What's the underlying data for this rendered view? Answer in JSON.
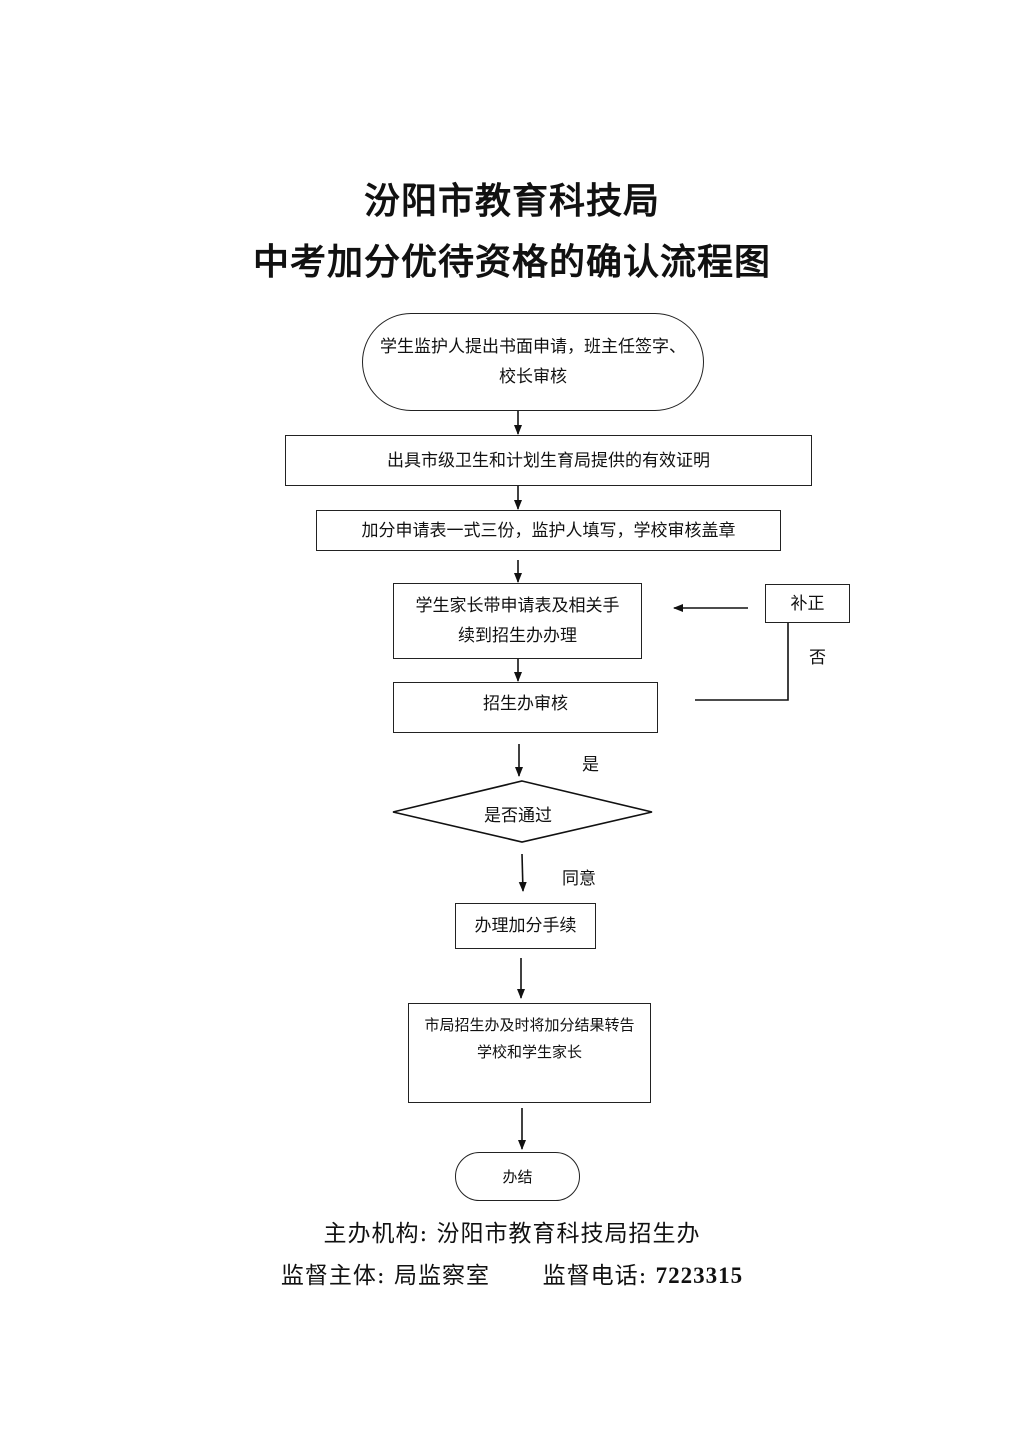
{
  "title": {
    "line1": "汾阳市教育科技局",
    "line2": "中考加分优待资格的确认流程图"
  },
  "flow": {
    "start": "学生监护人提出书面申请，班主任签字、校长审核",
    "step1": "出具市级卫生和计划生育局提供的有效证明",
    "step2": "加分申请表一式三份，监护人填写，学校审核盖章",
    "step3": "学生家长带申请表及相关手续到招生办办理",
    "step4": "招生办审核",
    "fix": "补正",
    "no_label": "否",
    "yes_label": "是",
    "decision": "是否通过",
    "agree_label": "同意",
    "step5": "办理加分手续",
    "step6": "市局招生办及时将加分结果转告学校和学生家长",
    "end": "办结"
  },
  "footer": {
    "host_label": "主办机构:",
    "host": "汾阳市教育科技局招生办",
    "supervisor_label": "监督主体:",
    "supervisor": "局监察室",
    "phone_label": "监督电话:",
    "phone": "7223315"
  }
}
